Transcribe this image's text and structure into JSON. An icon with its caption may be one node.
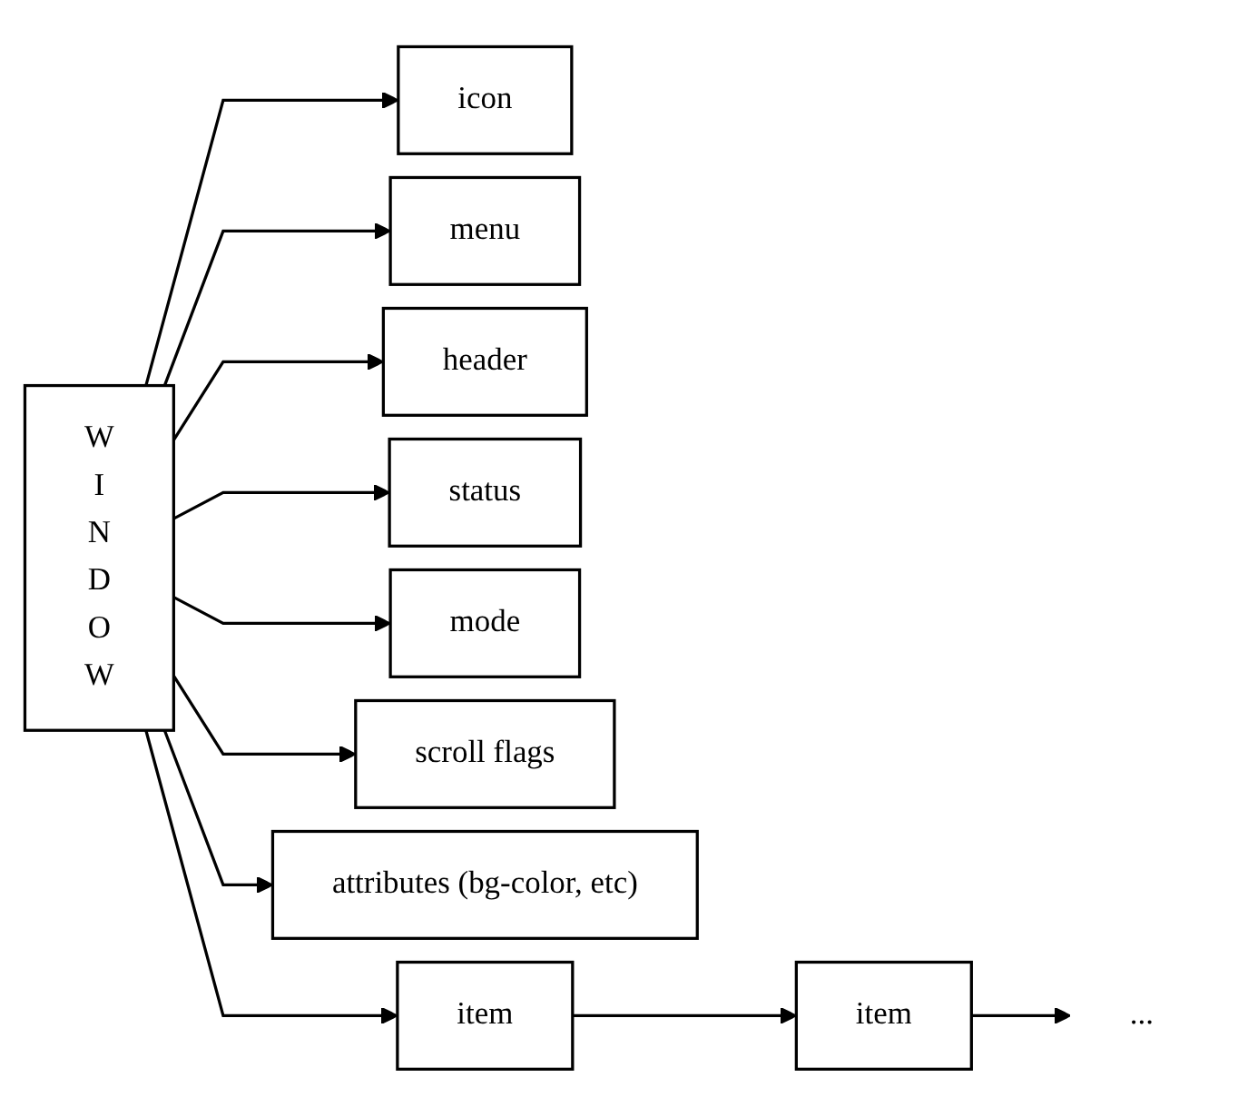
{
  "diagram": {
    "nodes": [
      {
        "text": [
          "WINDOW"
        ]
      },
      {
        "text": [
          "icon"
        ]
      },
      {
        "text": [
          "menu"
        ]
      },
      {
        "text": [
          "header"
        ]
      },
      {
        "text": [
          "status"
        ]
      },
      {
        "text": [
          "mode"
        ]
      },
      {
        "text": [
          "scroll flags"
        ]
      },
      {
        "text": [
          "attributes (bg-color, etc)"
        ]
      },
      {
        "text": [
          "item"
        ]
      },
      {
        "text": [
          "item"
        ]
      },
      {
        "text": [
          "..."
        ]
      }
    ],
    "edges": [
      {
        "from": 0,
        "to": 1,
        "arrow": "to"
      },
      {
        "from": 0,
        "to": 2,
        "arrow": "to"
      },
      {
        "from": 0,
        "to": 3,
        "arrow": "to"
      },
      {
        "from": 0,
        "to": 4,
        "arrow": "to"
      },
      {
        "from": 0,
        "to": 5,
        "arrow": "to"
      },
      {
        "from": 0,
        "to": 6,
        "arrow": "to"
      },
      {
        "from": 0,
        "to": 7,
        "arrow": "to"
      },
      {
        "from": 0,
        "to": 8,
        "arrow": "to"
      },
      {
        "from": 8,
        "to": 9,
        "arrow": "to"
      },
      {
        "from": 9,
        "to": 10,
        "arrow": "to"
      }
    ]
  }
}
